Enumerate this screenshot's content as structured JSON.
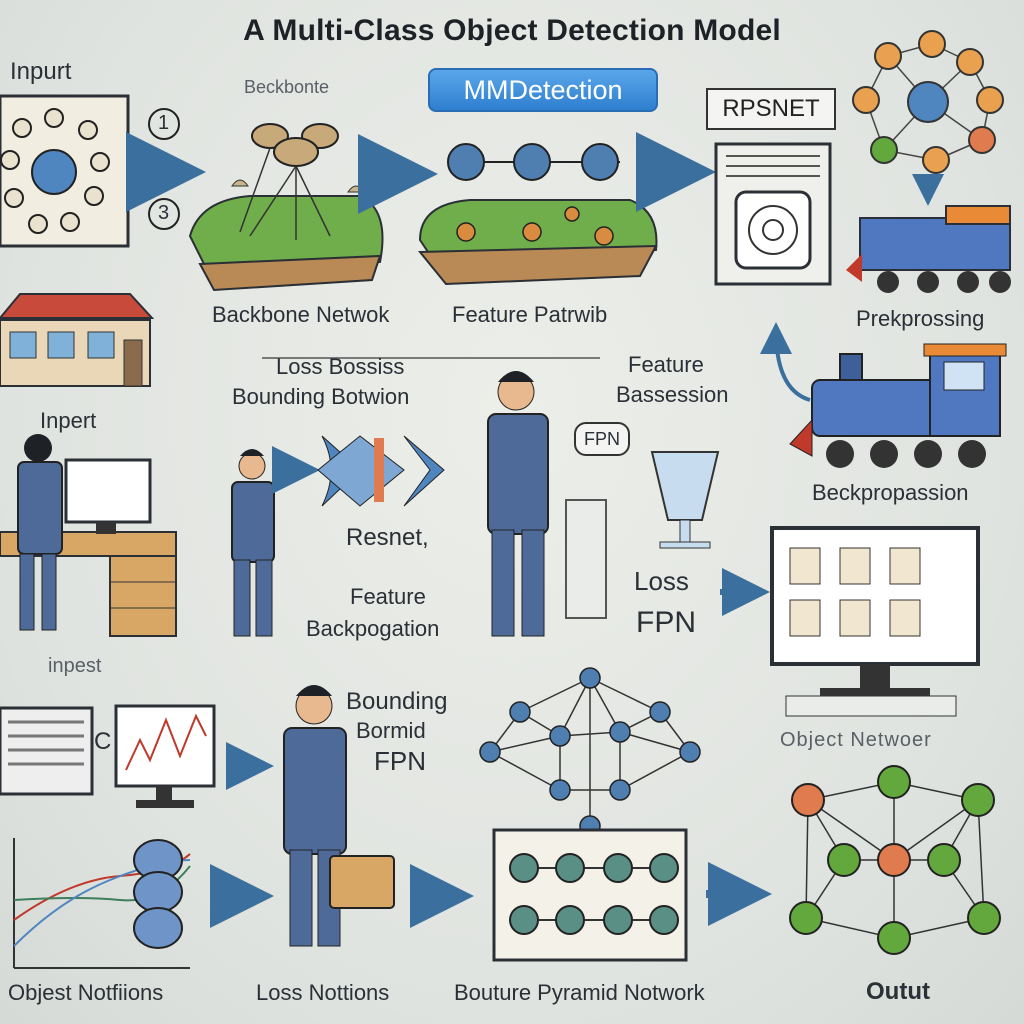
{
  "title": "A Multi-Class Object Detection Model",
  "badge": "MMDetection",
  "rpsnet_box": "RPSNET",
  "labels": {
    "input_top": "Inpurt",
    "backbone_small": "Beckbonte",
    "num_1": "1",
    "num_3": "3",
    "backbone_network": "Backbone Netwok",
    "feature_pattern": "Feature Patrwib",
    "preprocessing": "Prekprossing",
    "loss_bossiss": "Loss Bossiss",
    "bounding_botwion": "Bounding Botwion",
    "feature": "Feature",
    "bassession": "Bassession",
    "fpn_badge": "FPN",
    "inpert": "Inpert",
    "backpropassion": "Beckpropassion",
    "resnet": "Resnet,",
    "feature2": "Feature",
    "backpogation": "Backpogation",
    "loss": "Loss",
    "fpn": "FPN",
    "inpest": "inpest",
    "object_networer": "Object Netwoer",
    "bounding": "Bounding",
    "bormid": "Bormid",
    "fpn2": "FPN",
    "c_letter": "C",
    "objest_notfiions": "Objest Notfiions",
    "loss_nottions": "Loss Nottions",
    "bouture_pyramid": "Bouture Pyramid Notwork",
    "outut": "Outut"
  },
  "colors": {
    "arrow": "#3b6f9e",
    "badge_blue": "#3f8fdc",
    "suit": "#4d6a99",
    "grass": "#6fae4a",
    "node_blue": "#4f7fb0",
    "node_orange": "#e07b4f",
    "node_green": "#62a83c",
    "train_blue": "#4f78c0",
    "desk": "#d8a766"
  }
}
